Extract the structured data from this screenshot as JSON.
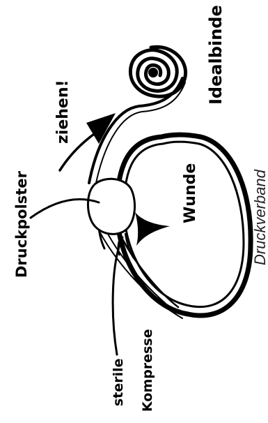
{
  "labels": {
    "ideal_binde": "Idealbinde",
    "ziehen": "ziehen!",
    "druckpolster": "Druckpolster",
    "wunde": "Wunde",
    "sterile_kompresse_line1": "sterile",
    "sterile_kompresse_line2": "Kompresse",
    "druckverband": "Druckverband"
  },
  "colors": {
    "ink": "#000000",
    "background": "#ffffff"
  }
}
